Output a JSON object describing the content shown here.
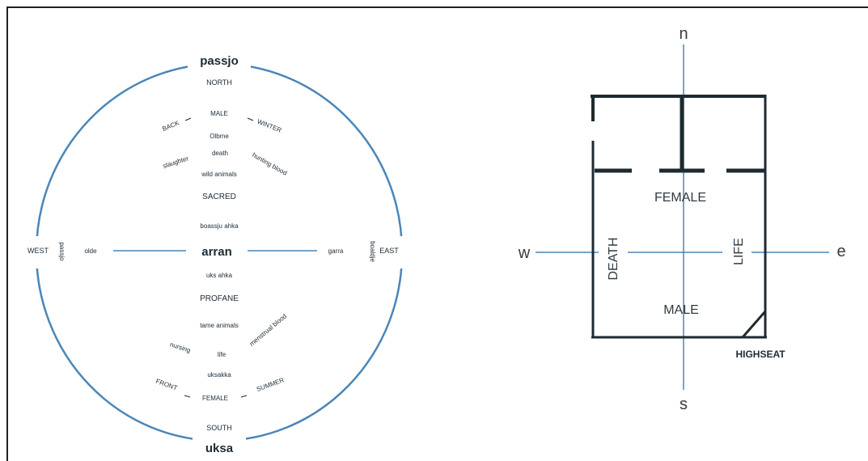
{
  "cosmos": {
    "top_word": "passjo",
    "bottom_word": "uksa",
    "center_word": "arran",
    "north": "NORTH",
    "south": "SOUTH",
    "west": "WEST",
    "east": "EAST",
    "west_rot": "passjo",
    "east_rot": "boaldje",
    "west_inner": "olde",
    "east_inner": "garra",
    "top_arc": [
      "BACK",
      "MALE",
      "WINTER"
    ],
    "top_row2": "Olbme",
    "top_arc2": [
      "slaughter",
      "death",
      "hunting blood"
    ],
    "top_row4": "wild animals",
    "sacred": "SACRED",
    "upper_near": "boassju ahka",
    "lower_near": "uks ahka",
    "profane": "PROFANE",
    "tame": "tame animals",
    "bottom_arc2": [
      "nursing",
      "life",
      "menstrual blood"
    ],
    "bottom_row2": "uksakka",
    "bottom_arc": [
      "FRONT",
      "FEMALE",
      "SUMMER"
    ]
  },
  "plan": {
    "n": "n",
    "s": "s",
    "w": "w",
    "e": "e",
    "female": "FEMALE",
    "male": "MALE",
    "death": "DEATH",
    "life": "LIFE",
    "highseat": "HIGHSEAT"
  }
}
